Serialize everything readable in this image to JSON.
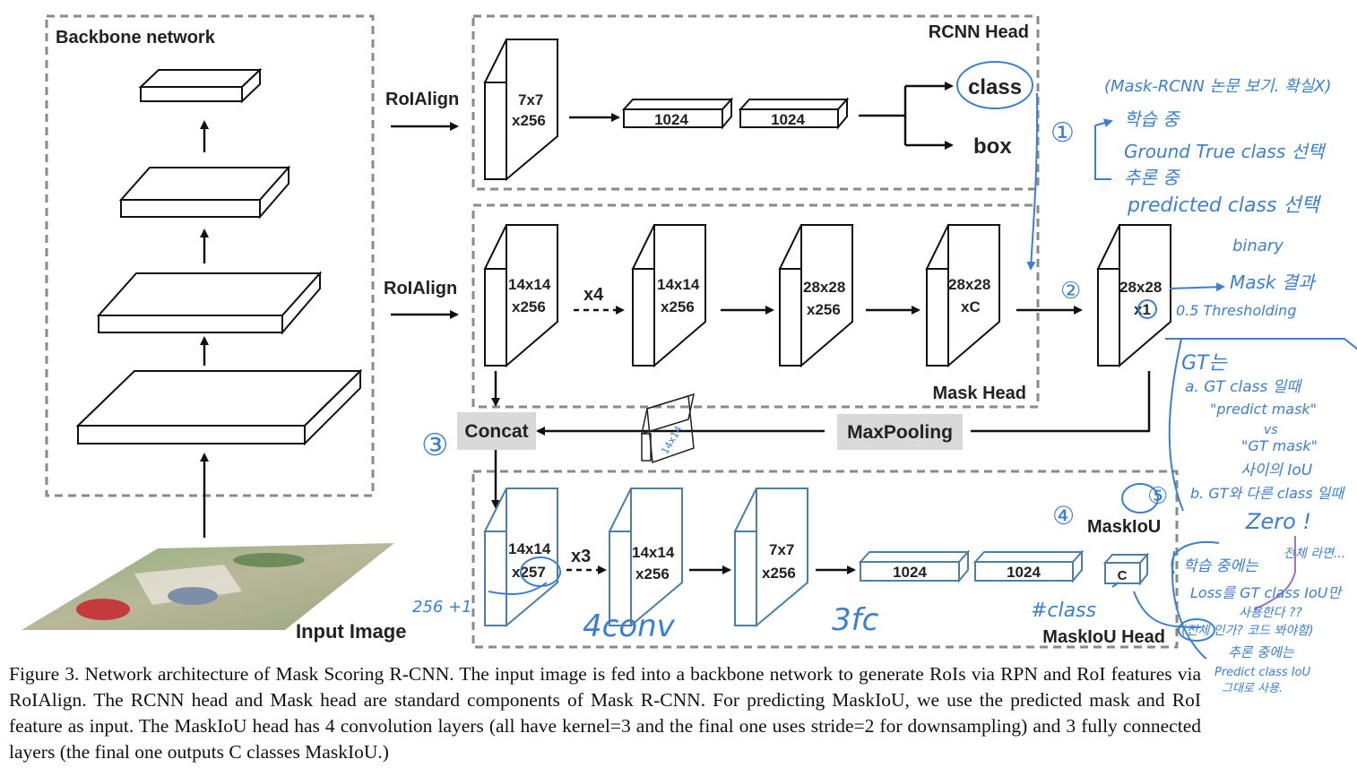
{
  "sections": {
    "backbone": "Backbone network",
    "rcnn": "RCNN Head",
    "mask": "Mask Head",
    "maskiou": "MaskIoU Head"
  },
  "labels": {
    "roialign_1": "RoIAlign",
    "roialign_2": "RoIAlign",
    "input_image": "Input Image",
    "concat": "Concat",
    "maxpooling": "MaxPooling",
    "maskiou_title": "MaskIoU",
    "class": "class",
    "box": "box",
    "x4": "x4",
    "x3": "x3"
  },
  "blocks": {
    "rcnn_feat": [
      "7x7",
      "x256"
    ],
    "fc_a": "1024",
    "fc_b": "1024",
    "mask1": [
      "14x14",
      "x256"
    ],
    "mask2": [
      "14x14",
      "x256"
    ],
    "mask3": [
      "28x28",
      "x256"
    ],
    "mask4": [
      "28x28",
      "xC"
    ],
    "mask_out": [
      "28x28",
      "x1"
    ],
    "iou1": [
      "14x14",
      "x257"
    ],
    "iou2": [
      "14x14",
      "x256"
    ],
    "iou3": [
      "7x7",
      "x256"
    ],
    "iou_fc_a": "1024",
    "iou_fc_b": "1024",
    "iou_out": "C"
  },
  "annotations": {
    "top_note": "(Mask-RCNN 논문 보기. 확실X)",
    "num1": "①",
    "train": "학습 중",
    "gt_class": "Ground True class 선택",
    "infer": "추론 중",
    "pred_class": "predicted class 선택",
    "num2": "②",
    "binary": "binary",
    "mask_result": "Mask 결과",
    "threshold": "0.5 Thresholding",
    "num3": "③",
    "pool_sketch": "14x14",
    "gt_title": "GT는",
    "gt_a": "a. GT class 일때",
    "gt_predict": "\"predict mask\"",
    "gt_vs": "vs",
    "gt_mask": "\"GT mask\"",
    "gt_iou": "사이의 IoU",
    "gt_b": "b. GT와 다른 class 일때",
    "gt_zero": "Zero !",
    "num5": "⑤",
    "num4": "④",
    "plus": "256 +1",
    "conv4": "4conv",
    "fc3": "3fc",
    "hash_class": "#class",
    "jeonche": "전체 라면...",
    "tr_1": "학습 중에는",
    "tr_2": "Loss를 GT class IoU만",
    "tr_3": "사용한다 ??",
    "tr_4": "(전체 인가? 코드 봐야함)",
    "inf_1": "추론 중에는",
    "inf_2": "Predict class IoU",
    "inf_3": "그대로 사용."
  },
  "caption": "Figure 3. Network architecture of Mask Scoring R-CNN. The input image is fed into a backbone network to generate RoIs via RPN and RoI features via RoIAlign. The RCNN head and Mask head are standard components of Mask R-CNN. For predicting MaskIoU, we use the predicted mask and RoI feature as input. The MaskIoU head has 4 convolution layers (all have kernel=3 and the final one uses stride=2 for downsampling) and 3 fully connected layers (the final one outputs C classes MaskIoU.)",
  "colors": {
    "ink": "#222222",
    "dash": "#808080",
    "blue_pen": "#3b7fd1",
    "purple_pen": "#9b5fd0",
    "iou_blue": "#4d7fa6",
    "grey_box": "#d9d9d9"
  }
}
